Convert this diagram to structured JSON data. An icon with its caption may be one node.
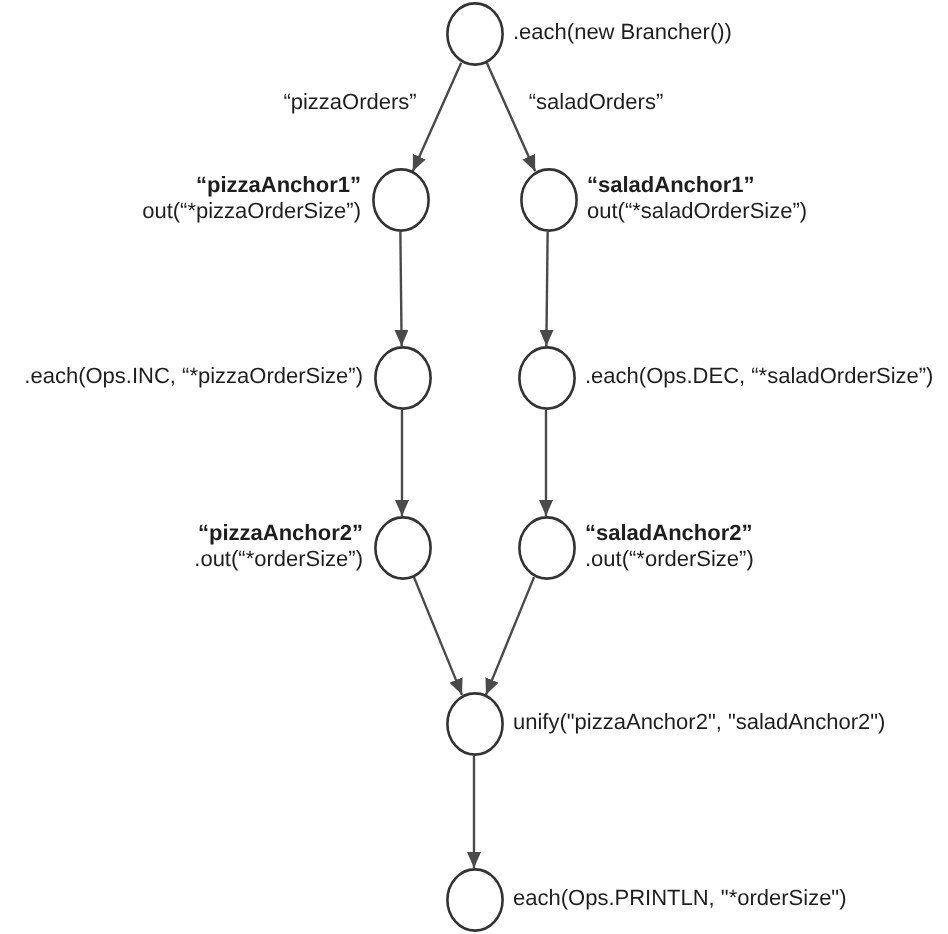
{
  "diagram": {
    "nodes": [
      {
        "text": [],
        "shape": "circle",
        "beside": [
          ".each(new Brancher())"
        ]
      },
      {
        "text": [],
        "shape": "circle",
        "beside": [
          "“pizzaAnchor1”",
          "out(“*pizzaOrderSize”)"
        ]
      },
      {
        "text": [],
        "shape": "circle",
        "beside": [
          "“saladAnchor1”",
          "out(“*saladOrderSize”)"
        ]
      },
      {
        "text": [],
        "shape": "circle",
        "beside": [
          ".each(Ops.INC, “*pizzaOrderSize”)"
        ]
      },
      {
        "text": [],
        "shape": "circle",
        "beside": [
          ".each(Ops.DEC, “*saladOrderSize”)"
        ]
      },
      {
        "text": [],
        "shape": "circle",
        "beside": [
          "“pizzaAnchor2”",
          ".out(“*orderSize”)"
        ]
      },
      {
        "text": [],
        "shape": "circle",
        "beside": [
          "“saladAnchor2”",
          ".out(“*orderSize”)"
        ]
      },
      {
        "text": [],
        "shape": "circle",
        "beside": [
          "unify(\"pizzaAnchor2\", \"saladAnchor2\")"
        ]
      },
      {
        "text": [],
        "shape": "circle",
        "beside": [
          "each(Ops.PRINTLN, \"*orderSize\")"
        ]
      }
    ],
    "edges": [
      {
        "from": 0,
        "to": 1,
        "arrow": "to",
        "label": "“pizzaOrders”"
      },
      {
        "from": 0,
        "to": 2,
        "arrow": "to",
        "label": "“saladOrders”"
      },
      {
        "from": 1,
        "to": 3,
        "arrow": "to"
      },
      {
        "from": 2,
        "to": 4,
        "arrow": "to"
      },
      {
        "from": 3,
        "to": 5,
        "arrow": "to"
      },
      {
        "from": 4,
        "to": 6,
        "arrow": "to"
      },
      {
        "from": 5,
        "to": 7,
        "arrow": "to"
      },
      {
        "from": 6,
        "to": 7,
        "arrow": "to"
      },
      {
        "from": 7,
        "to": 8,
        "arrow": "to"
      }
    ]
  }
}
